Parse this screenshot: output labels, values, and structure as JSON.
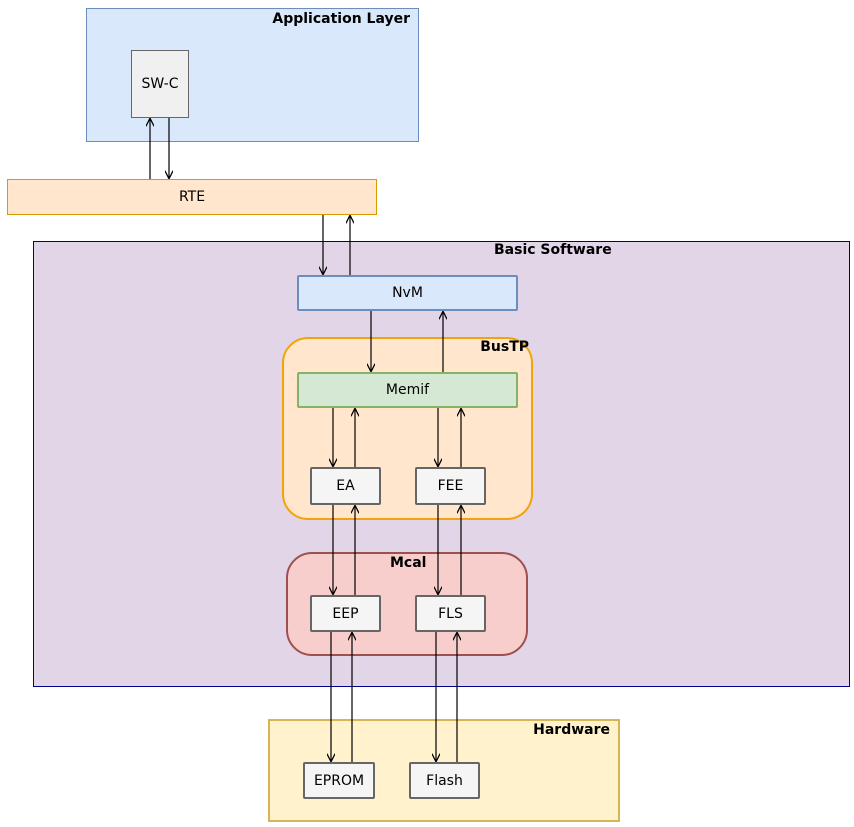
{
  "layers": {
    "application": "Application Layer",
    "basic_software": "Basic Software",
    "bustp": "BusTP",
    "mcal": "Mcal",
    "hardware": "Hardware"
  },
  "nodes": {
    "swc": "SW-C",
    "rte": "RTE",
    "nvm": "NvM",
    "memif": "Memif",
    "ea": "EA",
    "fee": "FEE",
    "eep": "EEP",
    "fls": "FLS",
    "eprom": "EPROM",
    "flash": "Flash"
  },
  "colors": {
    "application_fill": "#dae8fc",
    "application_border": "#6c8ebf",
    "rte_fill": "#ffe6cc",
    "rte_border": "#d79b00",
    "basic_software_fill": "#e1d5e7",
    "basic_software_border": "#00008b",
    "nvm_fill": "#dae8fc",
    "nvm_border": "#6c8ebf",
    "bustp_fill": "#ffe6cc",
    "bustp_border": "#f0a30a",
    "memif_fill": "#d5e8d4",
    "memif_border": "#82b366",
    "mcal_fill": "#f8cecc",
    "mcal_border": "#9c5050",
    "hardware_fill": "#fff2cc",
    "hardware_border": "#d6b656",
    "node_fill": "#f5f5f5",
    "node_border": "#666666",
    "arrow": "#000000"
  }
}
